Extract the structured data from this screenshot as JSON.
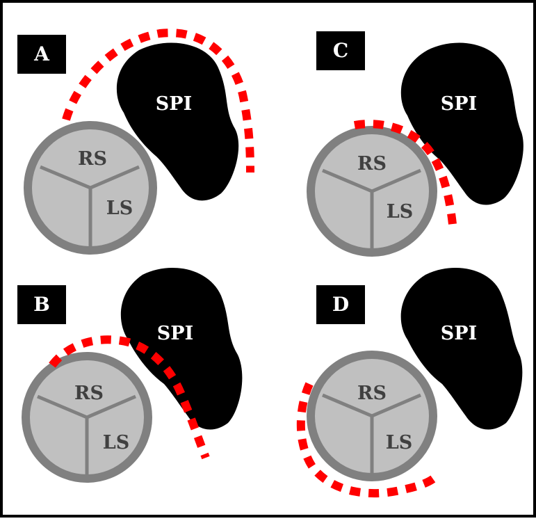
{
  "panels": [
    {
      "label": "A",
      "spi_label": "SPI",
      "rs_label": "RS",
      "ls_label": "LS"
    },
    {
      "label": "C",
      "spi_label": "SPI",
      "rs_label": "RS",
      "ls_label": "LS"
    },
    {
      "label": "B",
      "spi_label": "SPI",
      "rs_label": "RS",
      "ls_label": "LS"
    },
    {
      "label": "D",
      "spi_label": "SPI",
      "rs_label": "RS",
      "ls_label": "LS"
    }
  ],
  "colors": {
    "border": "#000000",
    "label_box": "#000000",
    "spi_fill": "#000000",
    "valve_ring": "#808080",
    "valve_fill": "#c0c0c0",
    "dashed_path": "#ff0000"
  }
}
